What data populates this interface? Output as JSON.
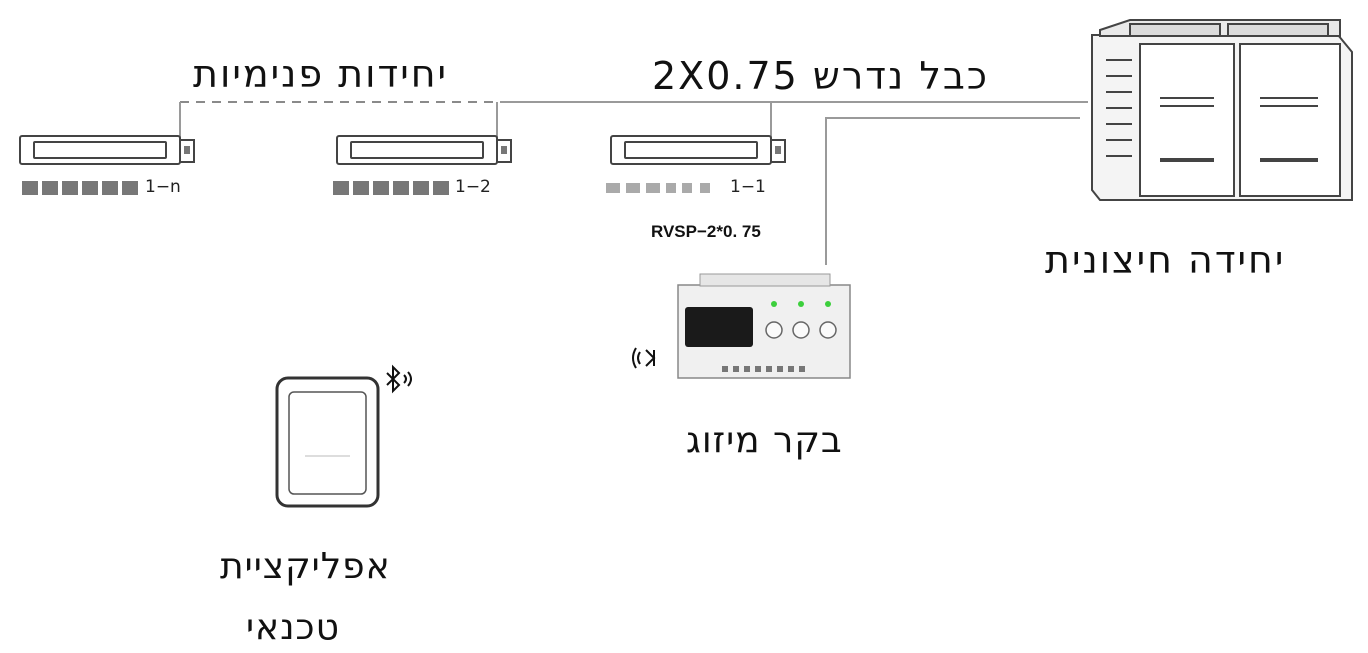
{
  "labels": {
    "indoor_units": "יחידות פנימיות",
    "cable_required": "כבל נדרש 2X0.75",
    "outdoor_unit": "יחידה חיצונית",
    "controller": "בקר מיזוג",
    "app_line1": "אפליקציית",
    "app_line2": "טכנאי",
    "rvsp_cable": "RVSP−2*0. 75"
  },
  "indoor_unit_labels": [
    "1−n",
    "1−2",
    "1−1"
  ],
  "icons": [
    "bluetooth-icon",
    "wireless-icon"
  ],
  "colors": {
    "line": "#9a9a9a",
    "dashed_line": "#8a8a8a",
    "device_stroke": "#444444",
    "controller_screen": "#1a1a1a",
    "led": "#3ccf3c"
  }
}
